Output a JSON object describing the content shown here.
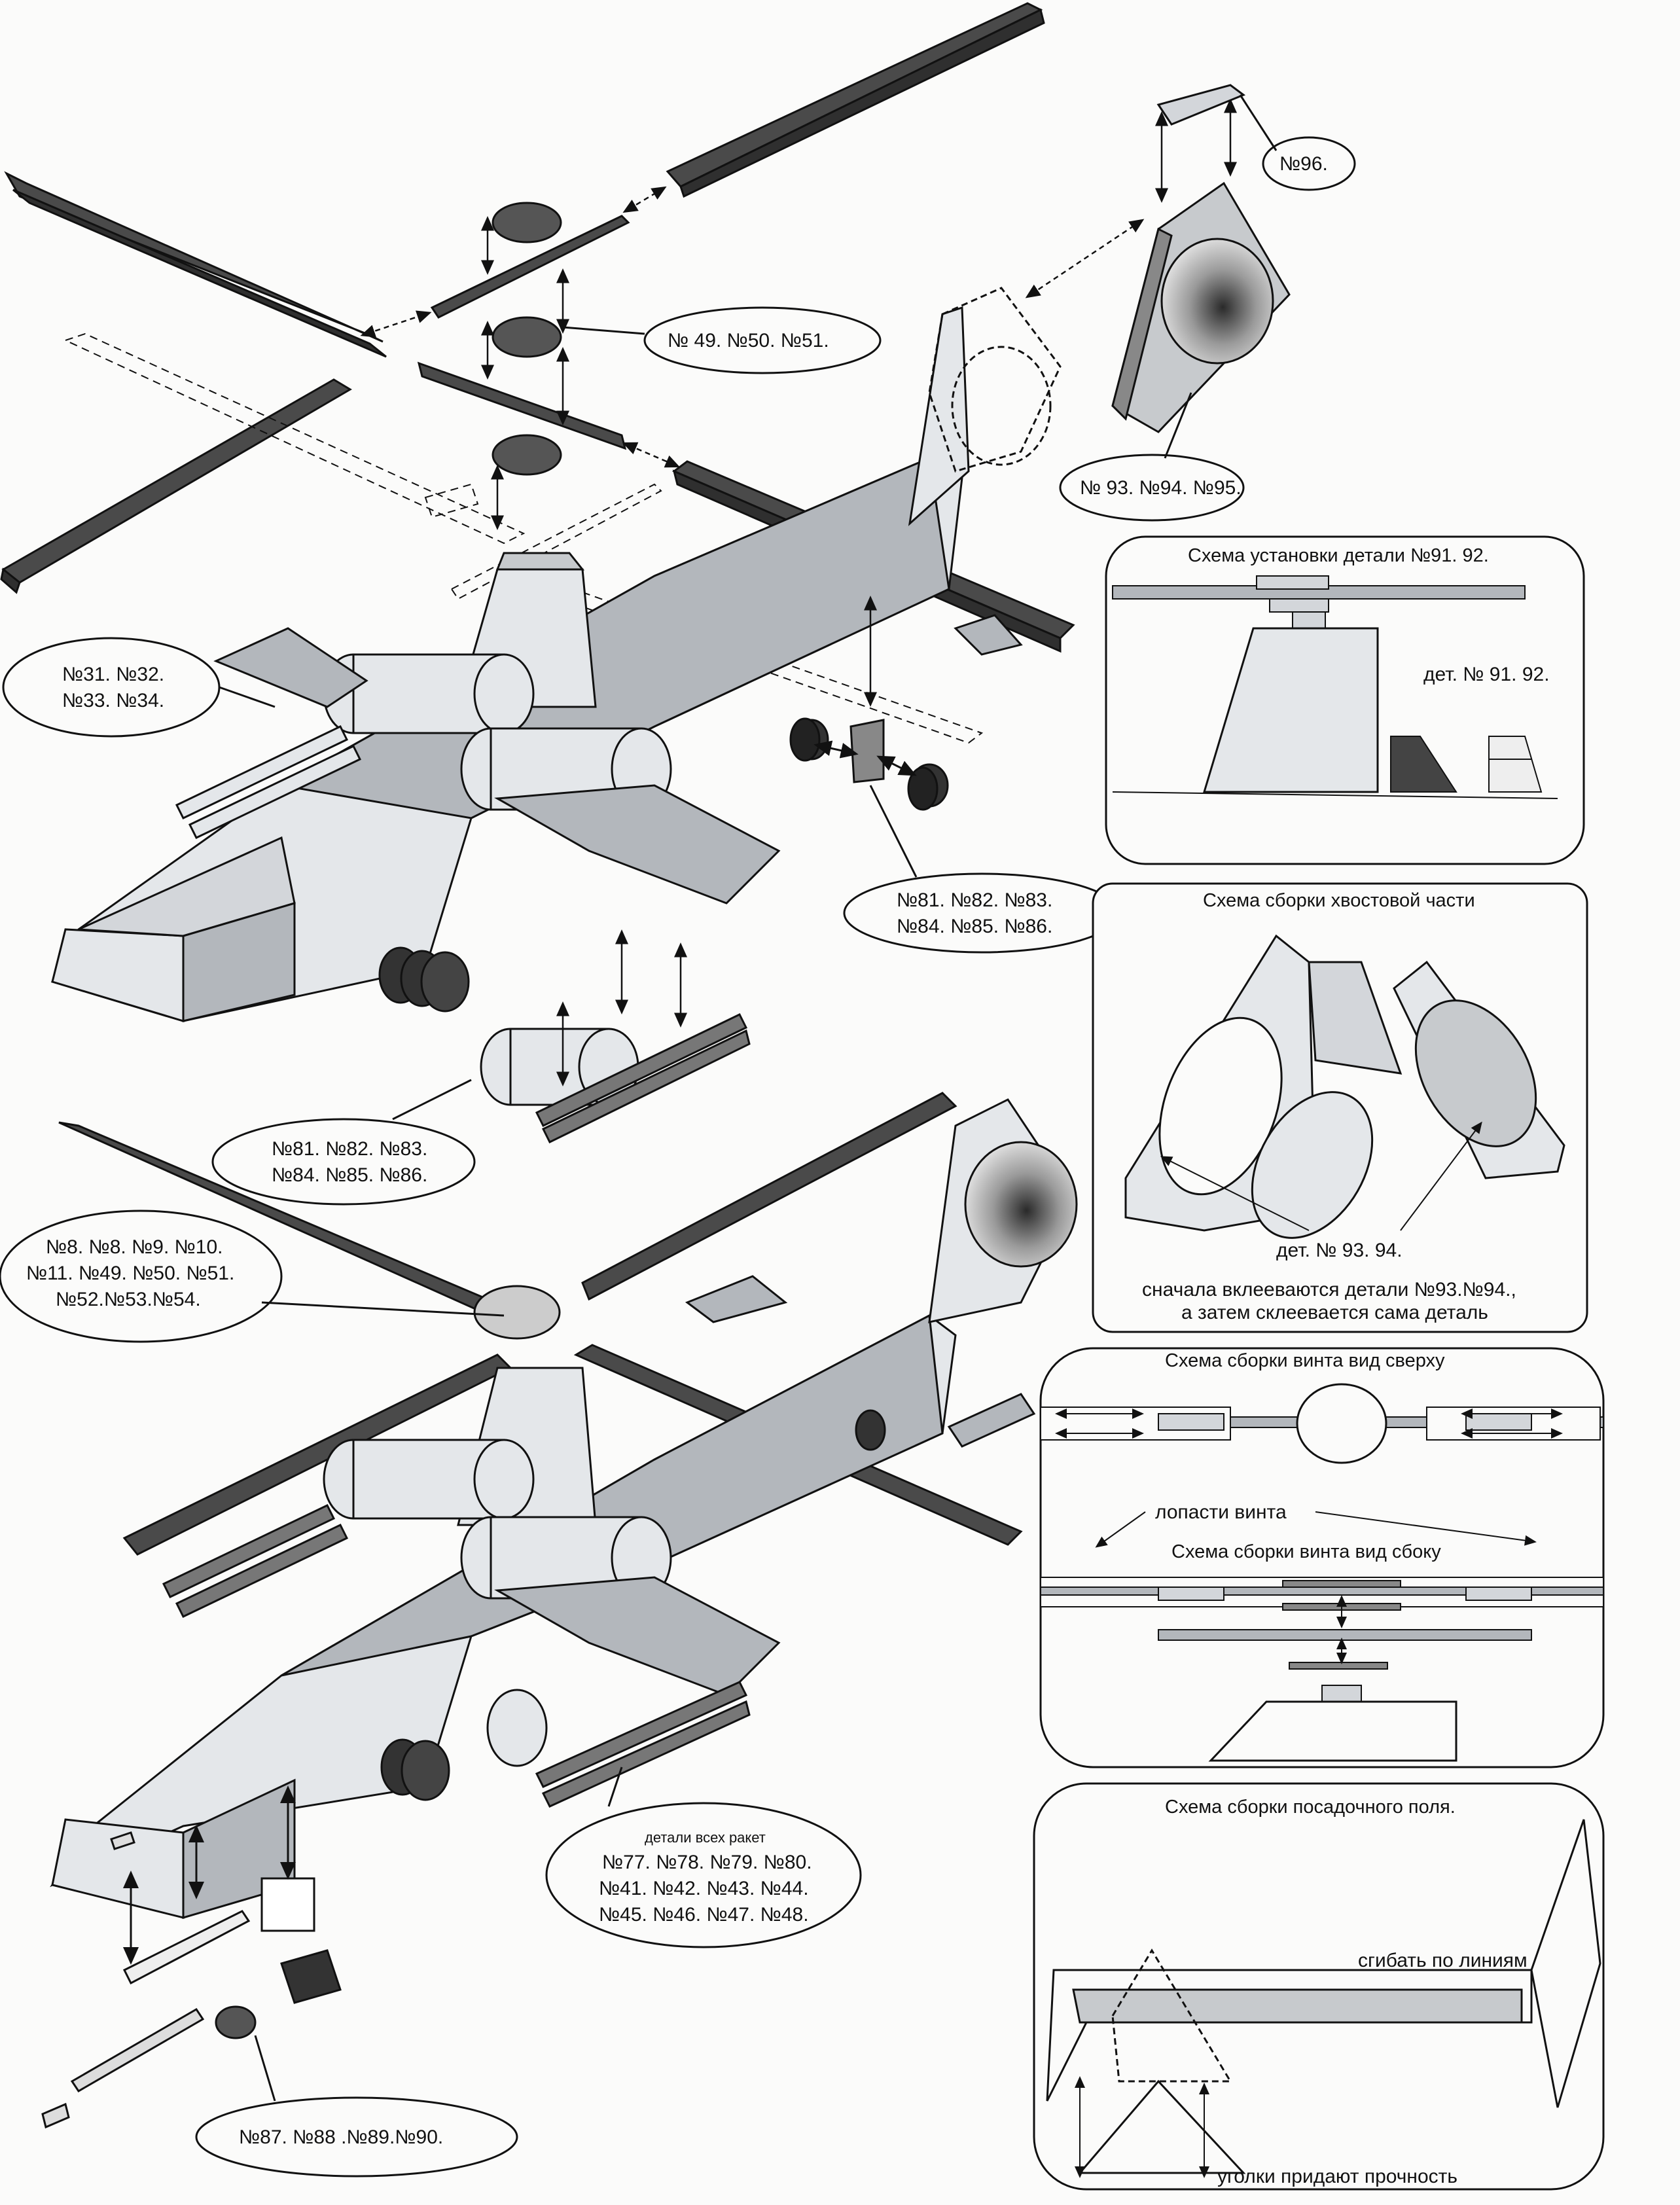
{
  "callouts": {
    "c96": "№96.",
    "c49": "№ 49. №50. №51.",
    "c93": "№ 93. №94. №95.",
    "c31_l1": "№31. №32.",
    "c31_l2": "№33. №34.",
    "c81a_l1": "№81. №82. №83.",
    "c81a_l2": "№84. №85. №86.",
    "c81b_l1": "№81. №82. №83.",
    "c81b_l2": "№84. №85. №86.",
    "c8_l1": "№8. №8. №9. №10.",
    "c8_l2": "№11. №49. №50. №51.",
    "c8_l3": "№52.№53.№54.",
    "missiles_title": "детали всех ракет",
    "missiles_l1": "№77. №78. №79. №80.",
    "missiles_l2": "№41. №42. №43. №44.",
    "missiles_l3": "№45. №46. №47. №48.",
    "c87": "№87. №88 .№89.№90."
  },
  "panels": {
    "p91": {
      "title": "Схема установки детали №91. 92.",
      "label": "дет. № 91. 92."
    },
    "tail": {
      "title": "Схема сборки хвостовой части",
      "label": "дет. № 93. 94.",
      "note1": "сначала вклееваются детали №93.№94.,",
      "note2": "а затем склееваeтся сама деталь"
    },
    "rotor": {
      "title_top": "Схема  сборки винта вид сверху",
      "blades": "лопасти винта",
      "title_side": "Схема  сборки винта вид сбоку"
    },
    "pad": {
      "title": "Схема сборки посадочного поля.",
      "fold": "сгибать по линиям",
      "corners": "уголки придают прочность"
    }
  },
  "colors": {
    "blade": "#4a4a4a",
    "body_light": "#e4e7ea",
    "body_mid": "#b3b7bc",
    "body_dark": "#8c9096",
    "line": "#111111"
  }
}
